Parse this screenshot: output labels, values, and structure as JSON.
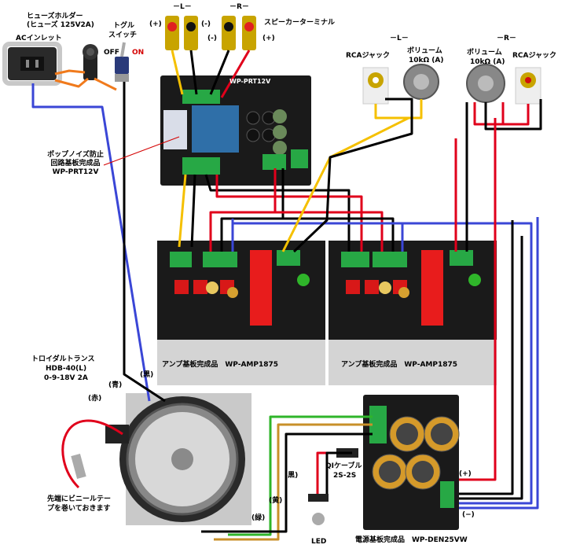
{
  "colors": {
    "wire_red": "#e0001b",
    "wire_black": "#000000",
    "wire_blue": "#3a46d6",
    "wire_yellow": "#f5c000",
    "wire_orange": "#f07a1c",
    "wire_green": "#2fb52a",
    "wire_brown": "#c8902a",
    "pcb": "#1a1a1a",
    "terminal": "#27a845",
    "relay": "#2f6fa8",
    "cap": "#d59a2a",
    "heatsink": "#d4d4d4"
  },
  "labels": {
    "fuse_holder": "ヒューズホルダー",
    "fuse_rating": "(ヒューズ 125V2A)",
    "ac_inlet": "ACインレット",
    "toggle_switch_1": "トグル",
    "toggle_switch_2": "スイッチ",
    "off": "OFF",
    "on": "ON",
    "l_left": "－L－",
    "r_top": "－R－",
    "plus_1": "(+)",
    "minus_1": "(-)",
    "minus_2": "(-)",
    "plus_2": "(+)",
    "speaker_terminal": "スピーカーターミナル",
    "l_mid": "－L－",
    "r_mid": "－R－",
    "rca_jack_l": "RCAジャック",
    "volume_l": "ボリューム",
    "volume_l_value": "10kΩ (A)",
    "volume_r": "ボリューム",
    "volume_r_value": "10kΩ (A)",
    "rca_jack_r": "RCAジャック",
    "pop_noise_1": "ポップノイズ防止",
    "pop_noise_2": "回路基板完成品",
    "pop_noise_3": "WP-PRT12V",
    "amp_l": "アンプ基板完成品　WP-AMP1875",
    "amp_r": "アンプ基板完成品　WP-AMP1875",
    "toroidal_1": "トロイダルトランス",
    "toroidal_2": "HDB-40(L)",
    "toroidal_3": "0-9-18V 2A",
    "blue_wire": "(青)",
    "black_wire": "(黒)",
    "red_wire": "(赤)",
    "vinyl_tape_1": "先端にビニールテー",
    "vinyl_tape_2": "プを巻いておきます",
    "black_wire_2": "(黒)",
    "yellow_wire": "(黄)",
    "green_wire": "(緑)",
    "qi_cable_1": "QIケーブル",
    "qi_cable_2": "2S-2S",
    "led": "LED",
    "psu_board": "電源基板完成品　WP-DEN25VW",
    "psu_plus": "(+)",
    "psu_minus": "(−)",
    "prt_board_name": "WP-PRT12V"
  }
}
